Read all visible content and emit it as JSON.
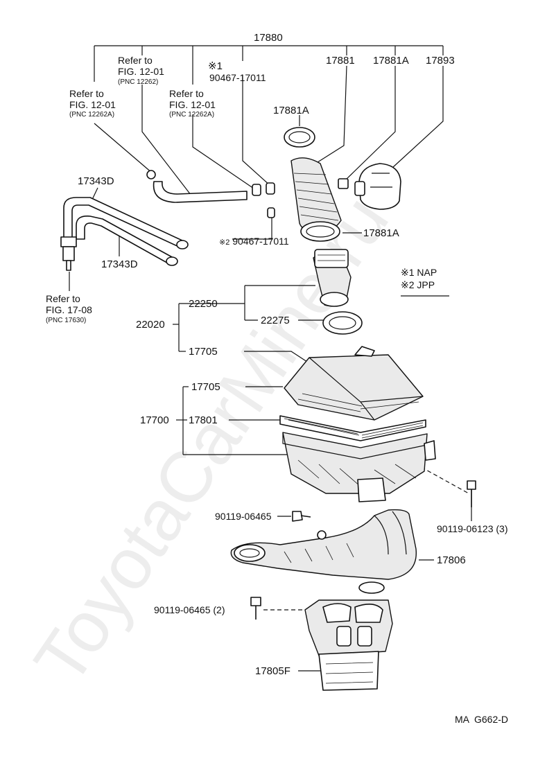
{
  "watermark": "ToyotaCarMine.ru",
  "figure_code": "MA  G662-D",
  "parts": {
    "p17880": "17880",
    "p17881": "17881",
    "p17881A_top": "17881A",
    "p17893": "17893",
    "p17881A_clamp": "17881A",
    "p17881A_right": "17881A",
    "p17343D_top": "17343D",
    "p17343D_bottom": "17343D",
    "p90467_a": "90467-17011",
    "p90467_b": "90467-17011",
    "p22250": "22250",
    "p22275": "22275",
    "p22020": "22020",
    "p17705_a": "17705",
    "p17705_b": "17705",
    "p17700": "17700",
    "p17801": "17801",
    "p90119_06465": "90119-06465",
    "p90119_06465_2": "90119-06465 (2)",
    "p90119_06123": "90119-06123 (3)",
    "p17806": "17806",
    "p17805F": "17805F"
  },
  "notes": {
    "mark1": "※1",
    "mark2": "※2",
    "legend1": "※1 NAP",
    "legend2": "※2 JPP"
  },
  "refs": {
    "ref1": {
      "l1": "Refer to",
      "l2": "FIG. 12-01",
      "l3": "(PNC 12262)"
    },
    "ref2": {
      "l1": "Refer to",
      "l2": "FIG. 12-01",
      "l3": "(PNC 12262A)"
    },
    "ref3": {
      "l1": "Refer to",
      "l2": "FIG. 12-01",
      "l3": "(PNC 12262A)"
    },
    "ref4": {
      "l1": "Refer to",
      "l2": "FIG. 17-08",
      "l3": "(PNC 17630)"
    }
  }
}
